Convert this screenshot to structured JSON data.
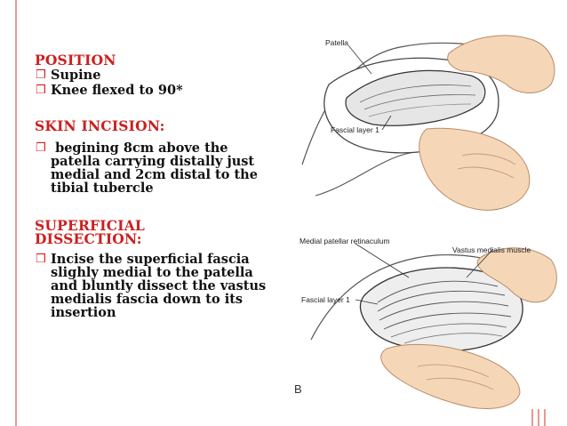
{
  "sections": [
    {
      "heading": "POSITION",
      "bullets": [
        "Supine",
        "Knee flexed to 90*"
      ]
    },
    {
      "heading": "SKIN INCISION:",
      "bullets": [
        " begining 8cm above the patella carrying distally just medial and 2cm distal to the tibial tubercle"
      ]
    },
    {
      "heading": "SUPERFICIAL DISSECTION:",
      "bullets": [
        "Incise the superficial fascia slighly medial to the patella and bluntly dissect the vastus medialis fascia down to its insertion"
      ]
    }
  ],
  "figure_top": {
    "label_patella": "Patella",
    "label_fascial": "Fascial layer 1"
  },
  "figure_bottom": {
    "label_retinaculum": "Medial patellar retinaculum",
    "label_vastus": "Vastus medialis muscle",
    "label_fascial": "Fascial layer 1",
    "letter": "B"
  },
  "colors": {
    "heading": "#cc1f1f",
    "accent_rule": "#e69a96",
    "skin": "#f5d7b8",
    "skin_shadow": "#d9a881"
  }
}
